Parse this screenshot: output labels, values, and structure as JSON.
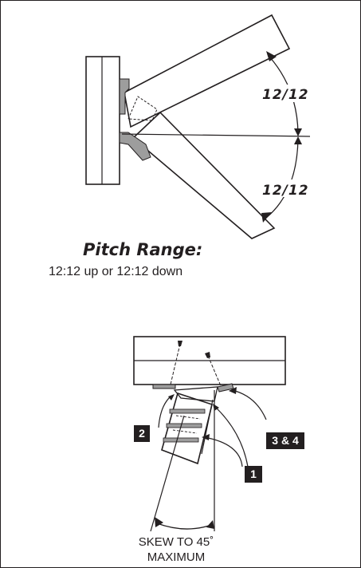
{
  "diagram": {
    "pitch_up_label": "12/12",
    "pitch_down_label": "12/12",
    "heading": "Pitch Range:",
    "subheading": "12:12 up or 12:12 down",
    "skew_caption_line1": "SKEW TO 45˚",
    "skew_caption_line2": "MAXIMUM",
    "callouts": {
      "callout_1": "1",
      "callout_2": "2",
      "callout_3_4": "3 & 4"
    }
  }
}
